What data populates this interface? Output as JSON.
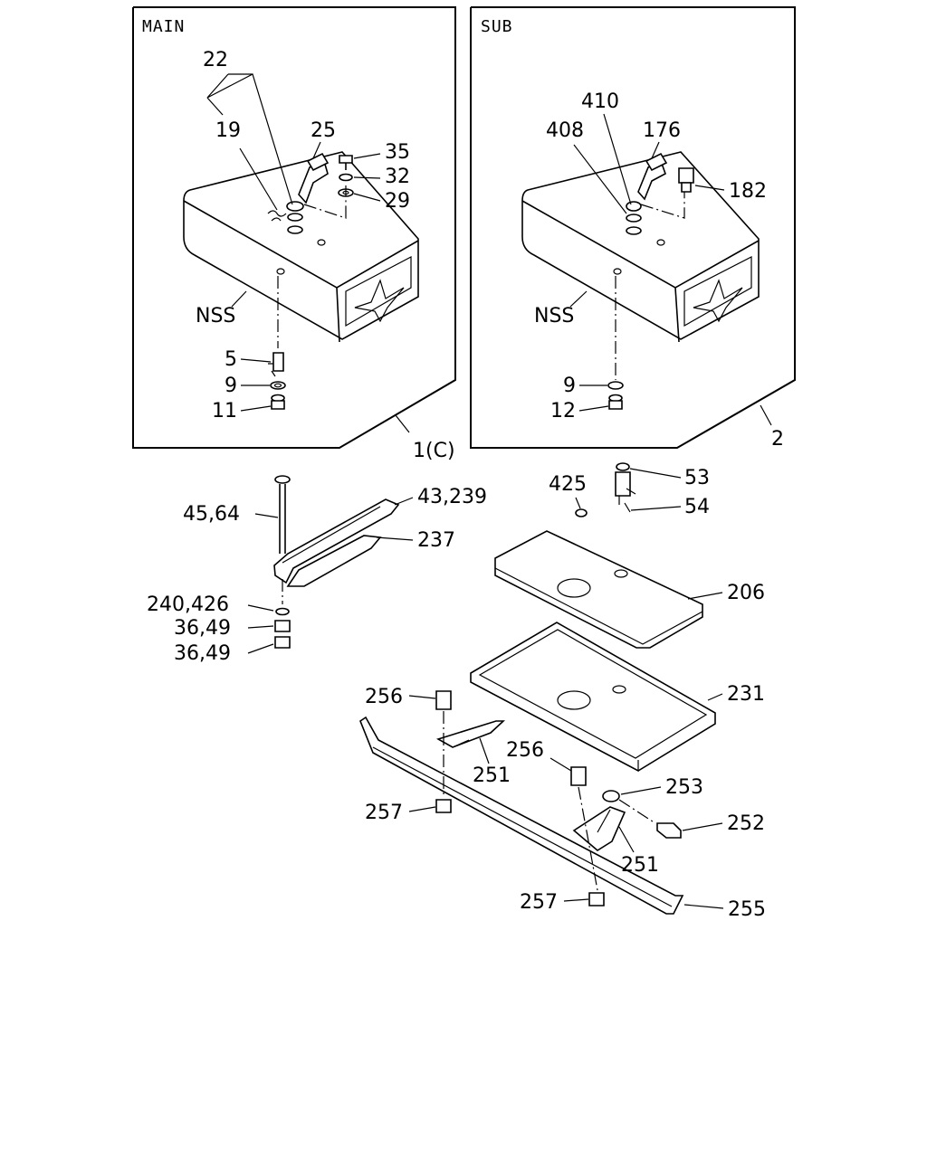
{
  "panels": {
    "main": {
      "title": "MAIN",
      "ref": "1(C)"
    },
    "sub": {
      "title": "SUB",
      "ref": "2"
    }
  },
  "labels": {
    "l22": "22",
    "l19": "19",
    "l25": "25",
    "l35": "35",
    "l32": "32",
    "l29": "29",
    "nss_main": "NSS",
    "l5": "5",
    "l9_main": "9",
    "l11": "11",
    "l410": "410",
    "l408": "408",
    "l176": "176",
    "l182": "182",
    "nss_sub": "NSS",
    "l9_sub": "9",
    "l12": "12",
    "l425": "425",
    "l53": "53",
    "l54": "54",
    "l45_64": "45,64",
    "l43_239": "43,239",
    "l237": "237",
    "l240_426": "240,426",
    "l36_49_a": "36,49",
    "l36_49_b": "36,49",
    "l206": "206",
    "l231": "231",
    "l256_a": "256",
    "l251_a": "251",
    "l256_b": "256",
    "l253": "253",
    "l252": "252",
    "l251_b": "251",
    "l257_a": "257",
    "l257_b": "257",
    "l255": "255"
  }
}
